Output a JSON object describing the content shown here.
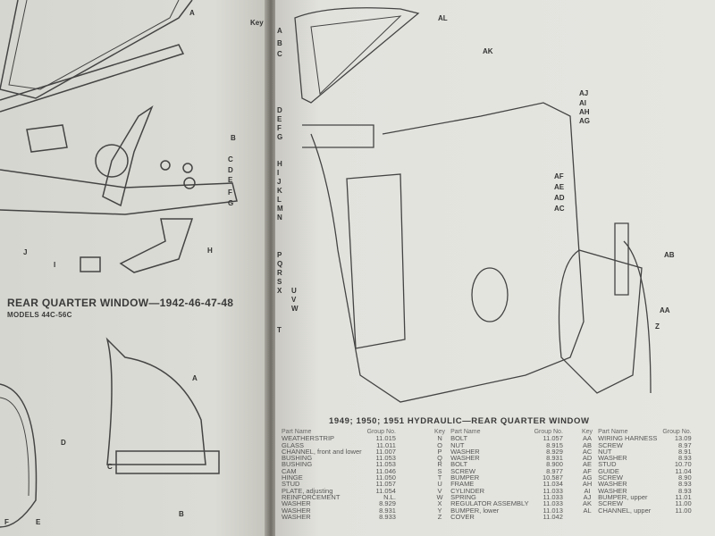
{
  "left_page": {
    "caption": "REAR QUARTER WINDOW—1942-46-47-48",
    "caption_small": "MODELS 44C-56C",
    "key_header": "Key",
    "top_diagram_labels": [
      "A",
      "B",
      "C",
      "D",
      "E",
      "F",
      "G",
      "H",
      "I",
      "J"
    ],
    "bottom_diagram_labels": [
      "A",
      "B",
      "C",
      "D",
      "E",
      "F"
    ]
  },
  "right_page": {
    "caption": "1949; 1950; 1951 HYDRAULIC—REAR QUARTER WINDOW",
    "diagram_labels": [
      "AL",
      "AK",
      "A",
      "B",
      "C",
      "AJ",
      "AI",
      "AH",
      "AG",
      "AF",
      "AE",
      "AD",
      "AC",
      "AB",
      "AA",
      "Z",
      "D",
      "E",
      "F",
      "G",
      "H",
      "I",
      "J",
      "K",
      "L",
      "M",
      "N",
      "P",
      "Q",
      "R",
      "S",
      "X",
      "U",
      "V",
      "W",
      "T"
    ],
    "table_headers": {
      "key": "Key",
      "part": "Part Name",
      "group": "Group No."
    },
    "col1": [
      {
        "part": "WEATHERSTRIP",
        "group": "11.015"
      },
      {
        "part": "GLASS",
        "group": "11.011"
      },
      {
        "part": "CHANNEL, front and lower",
        "group": "11.007"
      },
      {
        "part": "BUSHING",
        "group": "11.053"
      },
      {
        "part": "BUSHING",
        "group": "11.053"
      },
      {
        "part": "CAM",
        "group": "11.046"
      },
      {
        "part": "HINGE",
        "group": "11.050"
      },
      {
        "part": "STUD",
        "group": "11.057"
      },
      {
        "part": "PLATE, adjusting",
        "group": "11.054"
      },
      {
        "part": "REINFORCEMENT",
        "group": "N.L."
      },
      {
        "part": "WASHER",
        "group": "8.929"
      },
      {
        "part": "WASHER",
        "group": "8.931"
      },
      {
        "part": "WASHER",
        "group": "8.933"
      }
    ],
    "col2": [
      {
        "key": "N",
        "part": "BOLT",
        "group": "11.057"
      },
      {
        "key": "O",
        "part": "NUT",
        "group": "8.915"
      },
      {
        "key": "P",
        "part": "WASHER",
        "group": "8.929"
      },
      {
        "key": "Q",
        "part": "WASHER",
        "group": "8.931"
      },
      {
        "key": "R",
        "part": "BOLT",
        "group": "8.900"
      },
      {
        "key": "S",
        "part": "SCREW",
        "group": "8.977"
      },
      {
        "key": "T",
        "part": "BUMPER",
        "group": "10.587"
      },
      {
        "key": "U",
        "part": "FRAME",
        "group": "11.034"
      },
      {
        "key": "V",
        "part": "CYLINDER",
        "group": "11.033"
      },
      {
        "key": "W",
        "part": "SPRING",
        "group": "11.033"
      },
      {
        "key": "X",
        "part": "REGULATOR ASSEMBLY",
        "group": "11.033"
      },
      {
        "key": "Y",
        "part": "BUMPER, lower",
        "group": "11.013"
      },
      {
        "key": "Z",
        "part": "COVER",
        "group": "11.042"
      }
    ],
    "col3": [
      {
        "key": "AA",
        "part": "WIRING HARNESS",
        "group": "13.09"
      },
      {
        "key": "AB",
        "part": "SCREW",
        "group": "8.97"
      },
      {
        "key": "AC",
        "part": "NUT",
        "group": "8.91"
      },
      {
        "key": "AD",
        "part": "WASHER",
        "group": "8.93"
      },
      {
        "key": "AE",
        "part": "STUD",
        "group": "10.70"
      },
      {
        "key": "AF",
        "part": "GUIDE",
        "group": "11.04"
      },
      {
        "key": "AG",
        "part": "SCREW",
        "group": "8.90"
      },
      {
        "key": "AH",
        "part": "WASHER",
        "group": "8.93"
      },
      {
        "key": "AI",
        "part": "WASHER",
        "group": "8.93"
      },
      {
        "key": "AJ",
        "part": "BUMPER, upper",
        "group": "11.01"
      },
      {
        "key": "AK",
        "part": "SCREW",
        "group": "11.00"
      },
      {
        "key": "AL",
        "part": "CHANNEL, upper",
        "group": "11.00"
      }
    ]
  }
}
